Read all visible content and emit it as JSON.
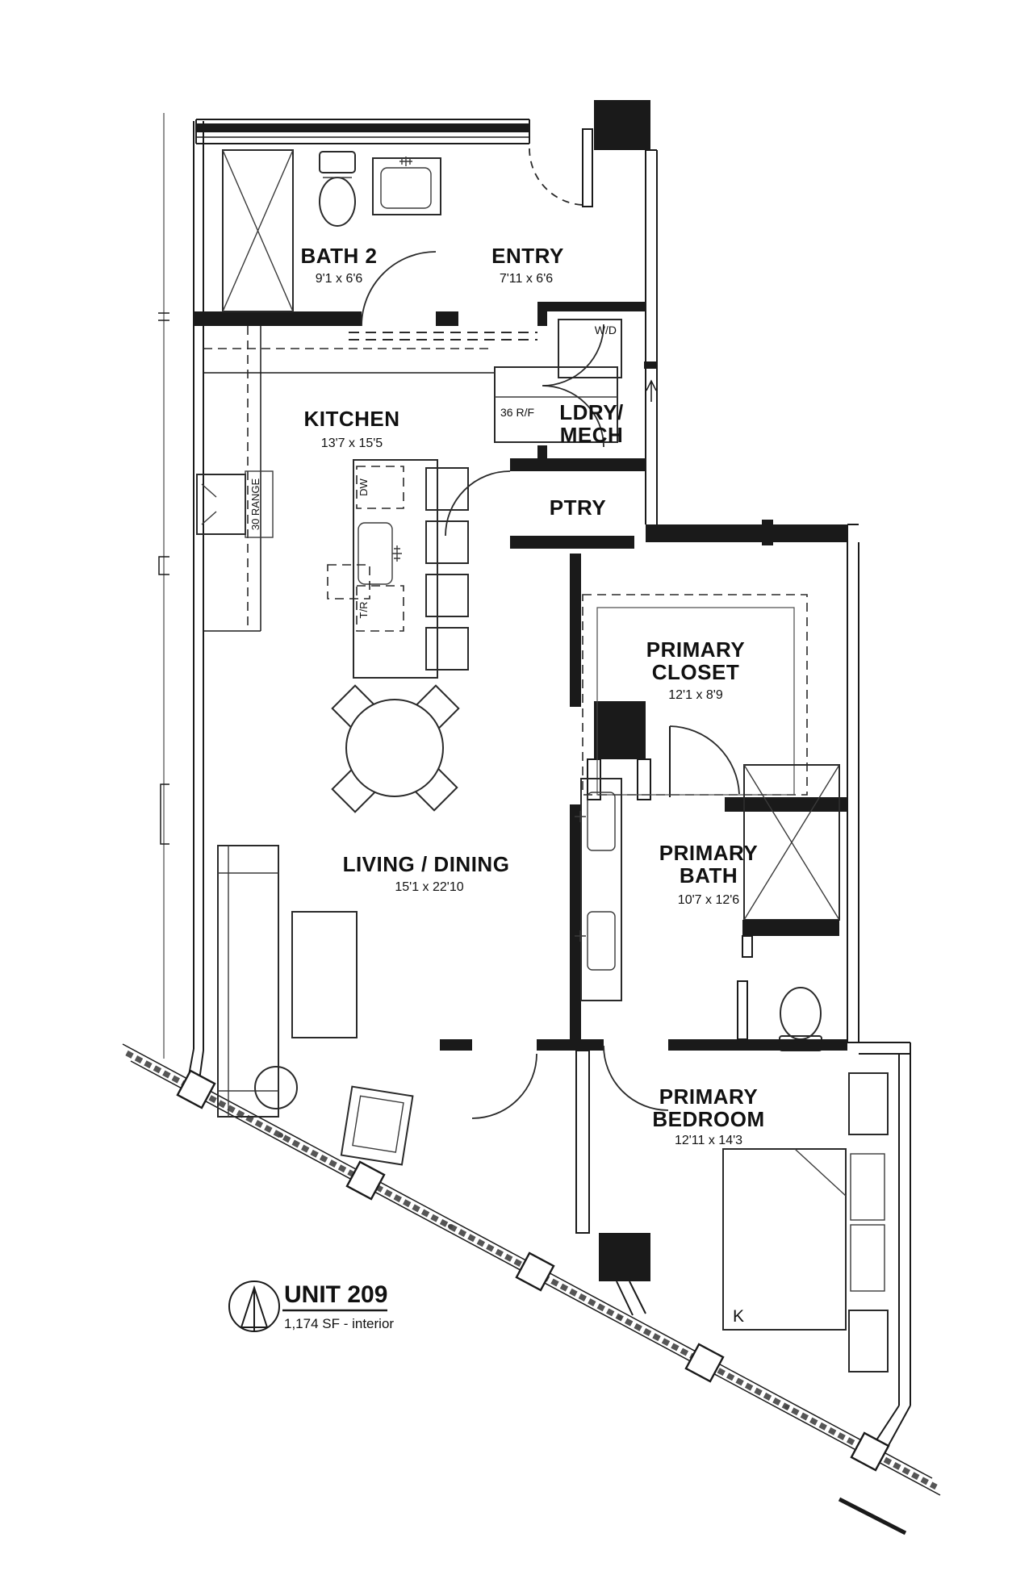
{
  "unit": {
    "name": "UNIT 209",
    "area": "1,174 SF - interior"
  },
  "rooms": {
    "bath2": {
      "name": "BATH 2",
      "dims": "9'1 x 6'6"
    },
    "entry": {
      "name": "ENTRY",
      "dims": "7'11 x 6'6"
    },
    "kitchen": {
      "name": "KITCHEN",
      "dims": "13'7 x 15'5"
    },
    "laundry": {
      "line1": "LDRY/",
      "line2": "MECH"
    },
    "pantry": {
      "name": "PTRY"
    },
    "closet": {
      "line1": "PRIMARY",
      "line2": "CLOSET",
      "dims": "12'1 x 8'9"
    },
    "primary_bath": {
      "line1": "PRIMARY",
      "line2": "BATH",
      "dims": "10'7 x 12'6"
    },
    "living": {
      "name": "LIVING / DINING",
      "dims": "15'1 x 22'10"
    },
    "bedroom": {
      "line1": "PRIMARY",
      "line2": "BEDROOM",
      "dims": "12'11 x 14'3"
    }
  },
  "appliances": {
    "fridge": "36 R/F",
    "washer_dryer": "W/D",
    "dishwasher": "DW",
    "trash": "T/R",
    "range": "30 RANGE",
    "bed": "K"
  },
  "colors": {
    "line": "#1a1a1a",
    "hatch": "#555555"
  }
}
